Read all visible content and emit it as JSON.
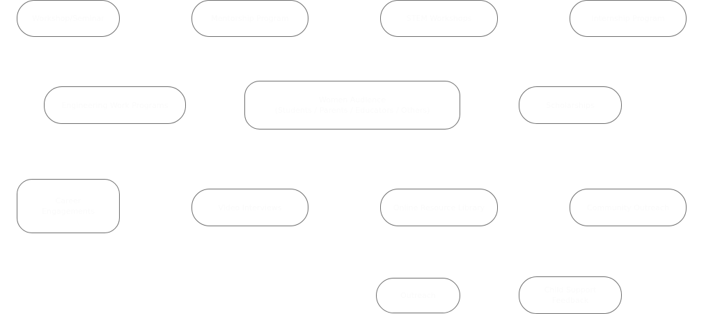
{
  "diagram": {
    "text_color": "#fbfbfb",
    "border_color": "#6e6e6e",
    "nodes": [
      {
        "id": "n1",
        "lines": [
          "Workshop/Seminar"
        ]
      },
      {
        "id": "n2",
        "lines": [
          "Mentorship Program"
        ]
      },
      {
        "id": "n3",
        "lines": [
          "STEM Workshops"
        ]
      },
      {
        "id": "n4",
        "lines": [
          "Internship Program"
        ]
      },
      {
        "id": "n5",
        "lines": [
          "Engineering Work Programs"
        ]
      },
      {
        "id": "n6",
        "lines": [
          "Women Audience",
          "(Students / Parents / Educators / Others)"
        ]
      },
      {
        "id": "n7",
        "lines": [
          "Scholarships"
        ]
      },
      {
        "id": "n8",
        "lines": [
          "Career",
          "Engagements"
        ]
      },
      {
        "id": "n9",
        "lines": [
          "Video Interviews"
        ]
      },
      {
        "id": "n10",
        "lines": [
          "Online Resource Library"
        ]
      },
      {
        "id": "n11",
        "lines": [
          "Community Outreach"
        ]
      },
      {
        "id": "n12",
        "lines": [
          "Outreach"
        ]
      },
      {
        "id": "n13",
        "lines": [
          "Child Support",
          "Feedback"
        ]
      }
    ]
  }
}
